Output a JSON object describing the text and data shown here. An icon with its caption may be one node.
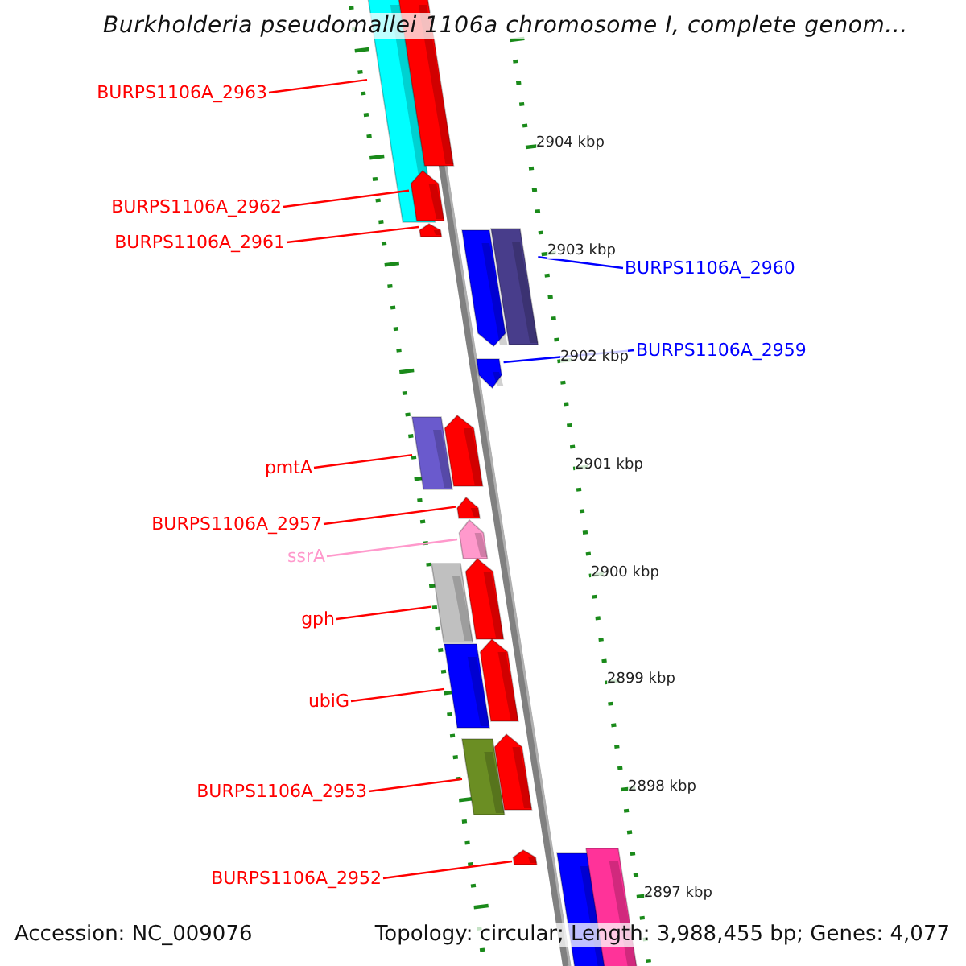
{
  "diagram": {
    "title": "Burkholderia pseudomallei 1106a chromosome I, complete genom...",
    "nodes": [
      {
        "text": [
          "BURPS1106A_2963"
        ]
      },
      {
        "text": [],
        "shape": "bar"
      },
      {
        "text": [
          "BURPS1106A_2962"
        ]
      },
      {
        "text": [],
        "shape": "bar"
      },
      {
        "text": [
          "BURPS1106A_2961"
        ]
      },
      {
        "text": [],
        "shape": "bar"
      },
      {
        "text": [
          "BURPS1106A_2960"
        ]
      },
      {
        "text": [],
        "shape": "bar"
      },
      {
        "text": [
          "BURPS1106A_2959"
        ]
      },
      {
        "text": [],
        "shape": "bar"
      },
      {
        "text": [
          "pmtA"
        ]
      },
      {
        "text": [],
        "shape": "bar"
      },
      {
        "text": [
          "BURPS1106A_2957"
        ]
      },
      {
        "text": [],
        "shape": "bar"
      },
      {
        "text": [
          "ssrA"
        ]
      },
      {
        "text": [],
        "shape": "bar"
      },
      {
        "text": [
          "gph"
        ]
      },
      {
        "text": [],
        "shape": "bar"
      },
      {
        "text": [
          "ubiG"
        ]
      },
      {
        "text": [],
        "shape": "bar"
      },
      {
        "text": [
          "BURPS1106A_2953"
        ]
      },
      {
        "text": [],
        "shape": "bar"
      },
      {
        "text": [
          "BURPS1106A_2952"
        ]
      },
      {
        "text": [],
        "shape": "bar"
      },
      {
        "text": [],
        "shape": "bar"
      }
    ],
    "edges": [
      {
        "from": 0,
        "to": 1,
        "arrow": "none"
      },
      {
        "from": 2,
        "to": 3,
        "arrow": "none"
      },
      {
        "from": 4,
        "to": 5,
        "arrow": "none"
      },
      {
        "from": 6,
        "to": 7,
        "arrow": "none",
        "color": "#0000ff"
      },
      {
        "from": 8,
        "to": 9,
        "arrow": "none",
        "color": "#0000ff"
      },
      {
        "from": 10,
        "to": 11,
        "arrow": "none"
      },
      {
        "from": 12,
        "to": 13,
        "arrow": "none"
      },
      {
        "from": 14,
        "to": 15,
        "arrow": "none",
        "color": "#ff99cc"
      },
      {
        "from": 16,
        "to": 17,
        "arrow": "none"
      },
      {
        "from": 18,
        "to": 19,
        "arrow": "none"
      },
      {
        "from": 20,
        "to": 21,
        "arrow": "none"
      },
      {
        "from": 22,
        "to": 23,
        "arrow": "none"
      }
    ],
    "labels": [
      "2904 kbp",
      "2903 kbp",
      "2902 kbp",
      "2901 kbp",
      "2900 kbp",
      "2899 kbp",
      "2898 kbp",
      "2897 kbp",
      "Accession: NC_009076",
      "Topology: circular; Length: 3,988,455 bp; Genes: 4,077"
    ]
  }
}
